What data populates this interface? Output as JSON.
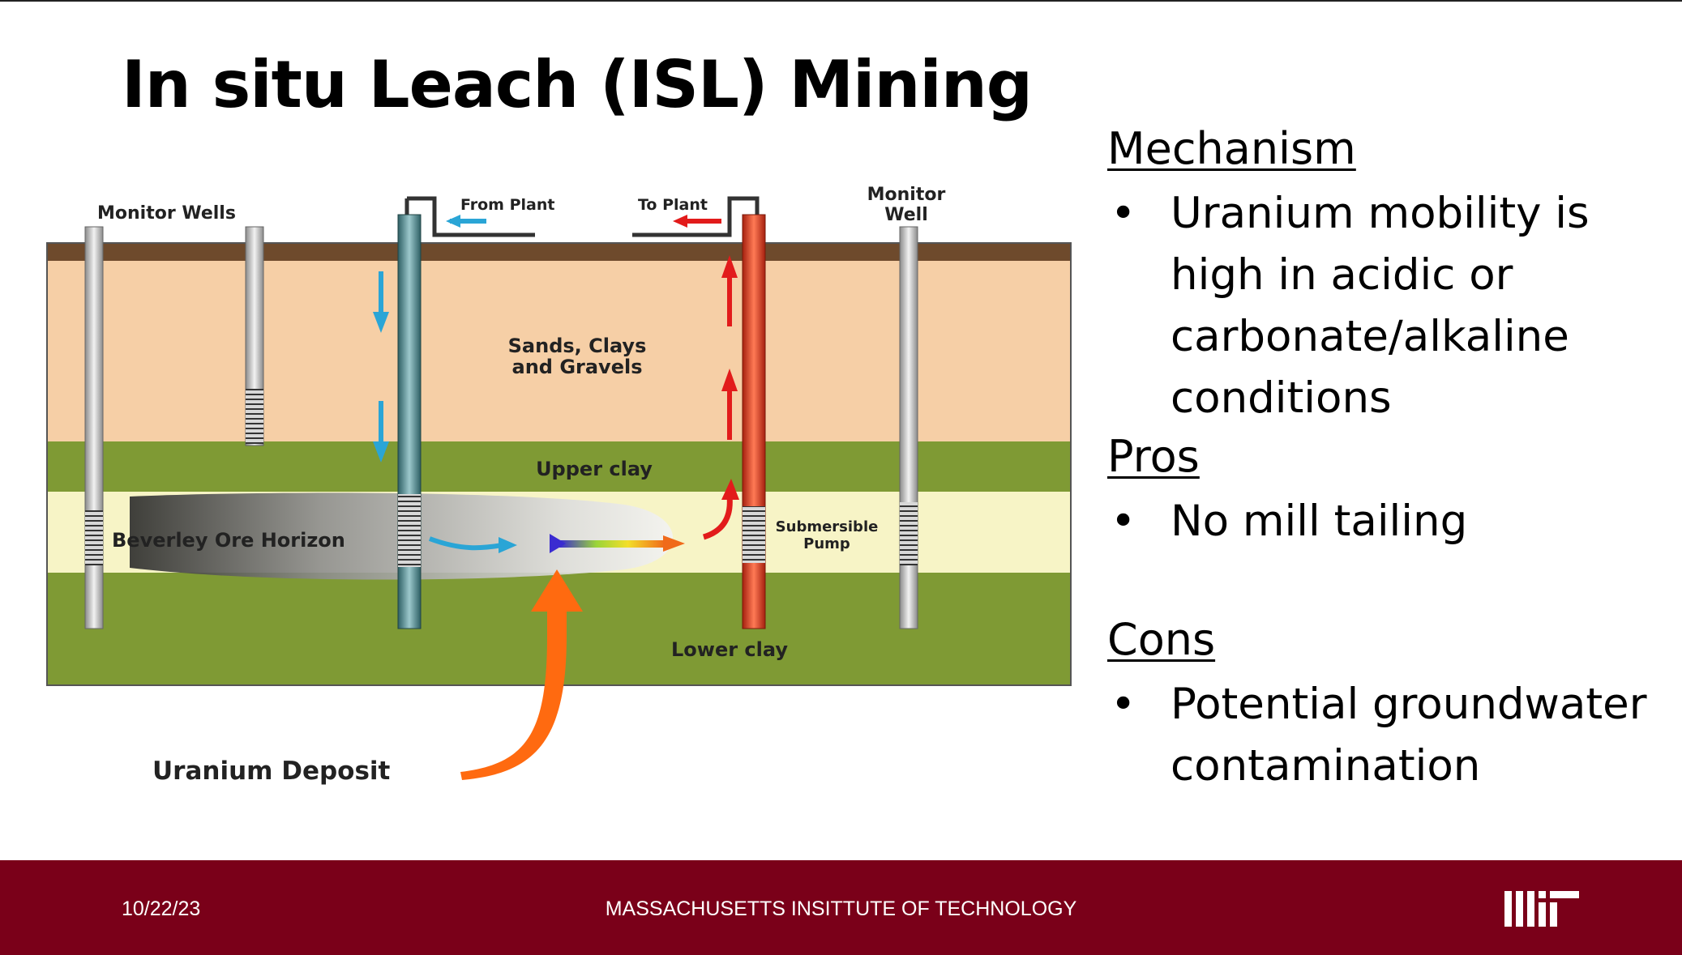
{
  "slide": {
    "title": "In situ Leach (ISL) Mining"
  },
  "diagram": {
    "labels": {
      "monitor_wells": "Monitor Wells",
      "from_plant": "From Plant",
      "to_plant": "To Plant",
      "monitor_well_line1": "Monitor",
      "monitor_well_line2": "Well",
      "sands_line1": "Sands, Clays",
      "sands_line2": "and Gravels",
      "upper_clay": "Upper clay",
      "ore_horizon": "Beverley Ore Horizon",
      "pump_line1": "Submersible",
      "pump_line2": "Pump",
      "lower_clay": "Lower clay",
      "uranium_deposit": "Uranium Deposit"
    },
    "colors": {
      "topsoil": "#6e4a2c",
      "sand": "#f6cfa6",
      "clay": "#7f9a34",
      "ore": "#f7f4c6",
      "injection": "#2aa5d6",
      "extraction": "#e21b1b",
      "deposit_arrow": "#ff6a10"
    }
  },
  "sections": {
    "mechanism": {
      "heading": "Mechanism",
      "bullets": [
        "Uranium mobility is high in acidic or carbonate/alkaline conditions"
      ]
    },
    "pros": {
      "heading": "Pros",
      "bullets": [
        "No mill tailing"
      ]
    },
    "cons": {
      "heading": "Cons",
      "bullets": [
        "Potential groundwater contamination"
      ]
    },
    "bullet_glyph": "•"
  },
  "footer": {
    "date": "10/22/23",
    "institution": "MASSACHUSETTS INSITTUTE OF TECHNOLOGY",
    "brand_color": "#7a0019"
  }
}
